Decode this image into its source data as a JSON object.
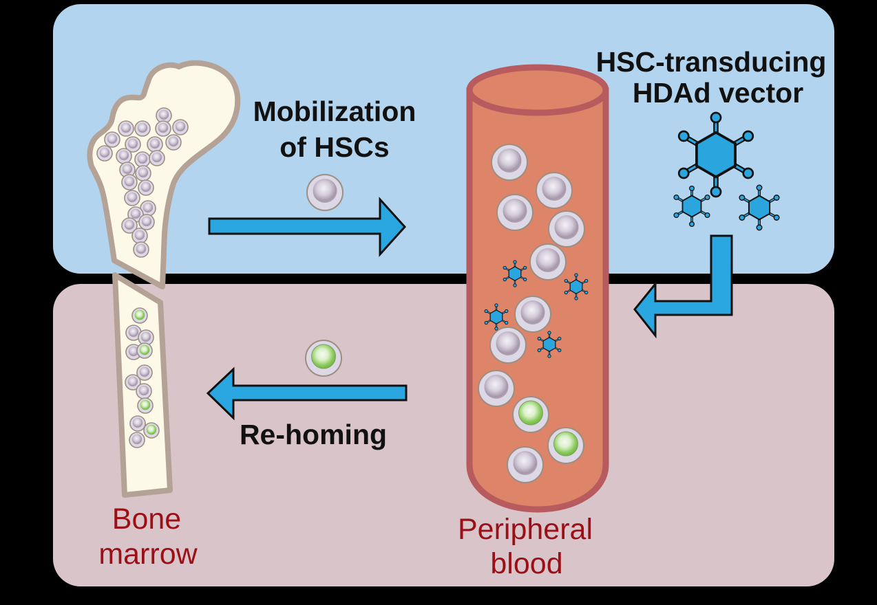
{
  "labels": {
    "mobilization_line1": "Mobilization",
    "mobilization_line2": "of HSCs",
    "vector_line1": "HSC-transducing",
    "vector_line2": "HDAd vector",
    "rehoming": "Re-homing",
    "bone_line1": "Bone",
    "bone_line2": "marrow",
    "blood_line1": "Peripheral",
    "blood_line2": "blood"
  },
  "colors": {
    "panel_top": "#b3d4ee",
    "panel_bottom": "#d9c4ca",
    "arrow": "#2aa7e0",
    "virus": "#2aa5dd",
    "vessel_fill": "#de8468",
    "vessel_stroke": "#b75b5f",
    "bone_fill": "#fdf9e8",
    "bone_stroke": "#b4a296",
    "cell_gray": "#dcd8e6",
    "gfp_green": "#7cc24e",
    "label_red": "#9b1016",
    "label_black": "#111111"
  }
}
